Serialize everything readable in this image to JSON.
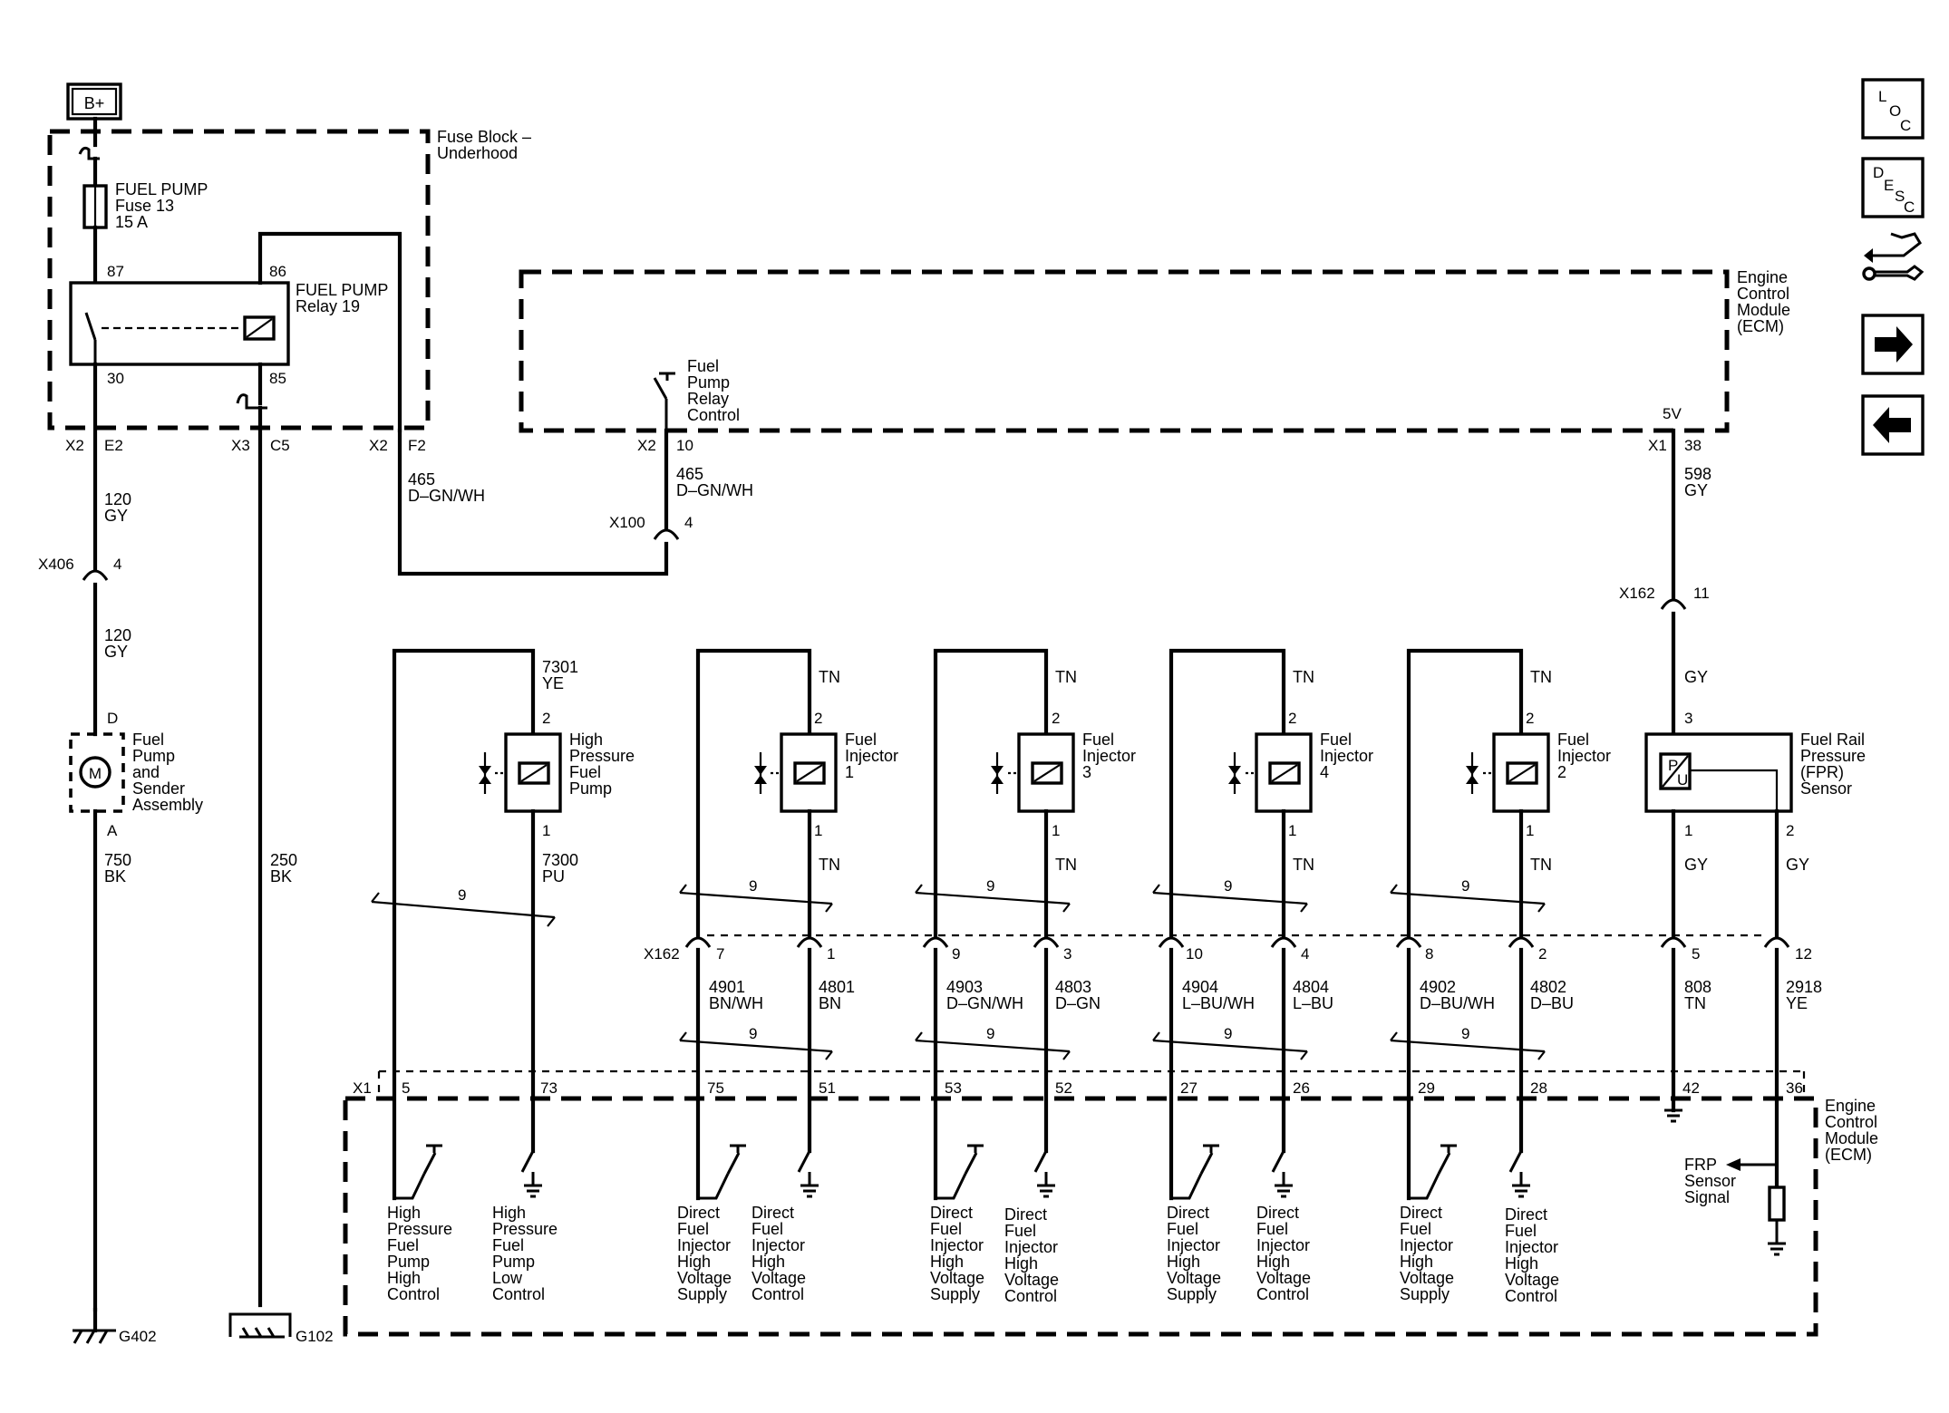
{
  "power": {
    "label": "B+"
  },
  "fuse_block": {
    "title_1": "Fuse Block –",
    "title_2": "Underhood"
  },
  "fuse": {
    "l1": "FUEL PUMP",
    "l2": "Fuse 13",
    "l3": "15 A"
  },
  "relay": {
    "l1": "FUEL PUMP",
    "l2": "Relay 19",
    "pin87": "87",
    "pin86": "86",
    "pin30": "30",
    "pin85": "85"
  },
  "fuse_conn": {
    "x2a": "X2",
    "e2": "E2",
    "x3": "X3",
    "c5": "C5",
    "x2b": "X2",
    "f2": "F2"
  },
  "ecm_top": {
    "l1": "Engine",
    "l2": "Control",
    "l3": "Module",
    "l4": "(ECM)",
    "v5": "5V",
    "x2": "X2",
    "p10": "10",
    "x1": "X1",
    "p38": "38"
  },
  "relay_ctrl": {
    "l1": "Fuel",
    "l2": "Pump",
    "l3": "Relay",
    "l4": "Control"
  },
  "wires": {
    "w120a_num": "120",
    "w120a_col": "GY",
    "w120b_num": "120",
    "w120b_col": "GY",
    "w465a_num": "465",
    "w465a_col": "D–GN/WH",
    "w465b_num": "465",
    "w465b_col": "D–GN/WH",
    "w750_num": "750",
    "w750_col": "BK",
    "w250_num": "250",
    "w250_col": "BK",
    "w598_num": "598",
    "w598_col": "GY",
    "w7301_num": "7301",
    "w7301_col": "YE",
    "w7300_num": "7300",
    "w7300_col": "PU",
    "tn": "TN",
    "gy": "GY",
    "w4901_num": "4901",
    "w4901_col": "BN/WH",
    "w4801_num": "4801",
    "w4801_col": "BN",
    "w4903_num": "4903",
    "w4903_col": "D–GN/WH",
    "w4803_num": "4803",
    "w4803_col": "D–GN",
    "w4904_num": "4904",
    "w4904_col": "L–BU/WH",
    "w4804_num": "4804",
    "w4804_col": "L–BU",
    "w4902_num": "4902",
    "w4902_col": "D–BU/WH",
    "w4802_num": "4802",
    "w4802_col": "D–BU",
    "w808_num": "808",
    "w808_col": "TN",
    "w2918_num": "2918",
    "w2918_col": "YE",
    "twist": "9"
  },
  "connectors": {
    "x406": "X406",
    "x406_p": "4",
    "x100": "X100",
    "x100_p": "4",
    "x162_top": "X162",
    "x162_top_p": "11",
    "x162": "X162",
    "p7": "7",
    "p1": "1",
    "p9": "9",
    "p3": "3",
    "p10": "10",
    "p4": "4",
    "p8": "8",
    "p2": "2",
    "p5": "5",
    "p12": "12"
  },
  "pump": {
    "pin_d": "D",
    "pin_a": "A",
    "motor": "M",
    "l1": "Fuel",
    "l2": "Pump",
    "l3": "and",
    "l4": "Sender",
    "l5": "Assembly"
  },
  "hp_pump": {
    "l1": "High",
    "l2": "Pressure",
    "l3": "Fuel",
    "l4": "Pump",
    "pin2": "2",
    "pin1": "1"
  },
  "inj1": {
    "l1": "Fuel",
    "l2": "Injector",
    "l3": "1",
    "pin2": "2",
    "pin1": "1"
  },
  "inj3": {
    "l1": "Fuel",
    "l2": "Injector",
    "l3": "3",
    "pin2": "2",
    "pin1": "1"
  },
  "inj4": {
    "l1": "Fuel",
    "l2": "Injector",
    "l3": "4",
    "pin2": "2",
    "pin1": "1"
  },
  "inj2": {
    "l1": "Fuel",
    "l2": "Injector",
    "l3": "2",
    "pin2": "2",
    "pin1": "1"
  },
  "frp": {
    "l1": "Fuel Rail",
    "l2": "Pressure",
    "l3": "(FPR)",
    "l4": "Sensor",
    "pin3": "3",
    "pin1": "1",
    "pin2": "2",
    "p": "P",
    "u": "U"
  },
  "ecm_bottom": {
    "x1": "X1",
    "p5": "5",
    "p73": "73",
    "p75": "75",
    "p51": "51",
    "p53": "53",
    "p52": "52",
    "p27": "27",
    "p26": "26",
    "p29": "29",
    "p28": "28",
    "p42": "42",
    "p36": "36",
    "l1": "Engine",
    "l2": "Control",
    "l3": "Module",
    "l4": "(ECM)"
  },
  "ecm_labels": {
    "hp_high": [
      "High",
      "Pressure",
      "Fuel",
      "Pump",
      "High",
      "Control"
    ],
    "hp_low": [
      "High",
      "Pressure",
      "Fuel",
      "Pump",
      "Low",
      "Control"
    ],
    "dfi_supply": [
      "Direct",
      "Fuel",
      "Injector",
      "High",
      "Voltage",
      "Supply"
    ],
    "dfi_control": [
      "Direct",
      "Fuel",
      "Injector",
      "High",
      "Voltage",
      "Control"
    ],
    "frp": [
      "FRP",
      "Sensor",
      "Signal"
    ]
  },
  "grounds": {
    "g402": "G402",
    "g102": "G102"
  },
  "nav": {
    "loc_l": "L",
    "loc_o": "O",
    "loc_c": "C",
    "desc_d": "D",
    "desc_e": "E",
    "desc_s": "S",
    "desc_c": "C"
  }
}
